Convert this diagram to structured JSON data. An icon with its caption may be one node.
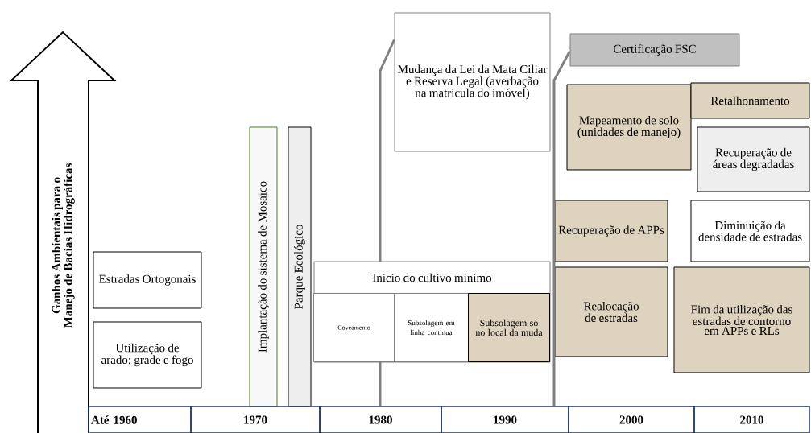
{
  "diagram": {
    "nodes": [
      {
        "text": [
          "Ganhos Ambientais para o Manejo de Bacias Hidrográficas"
        ]
      },
      {
        "text": [
          "Estradas Ortogonais"
        ]
      },
      {
        "text": [
          "Utilização de arado; grade e fogo"
        ]
      },
      {
        "text": [
          "Implantação do sistema de Mosaico"
        ]
      },
      {
        "text": [
          "Parque Ecológico"
        ]
      },
      {
        "text": [
          "Mudança da Lei da Mata Ciliar e Reserva Legal (averbação na matricula do imóvel)"
        ]
      },
      {
        "text": [
          "Inicio do cultivo minimo"
        ]
      },
      {
        "text": [
          "Coveamento"
        ],
        "in": 6
      },
      {
        "text": [
          "Subsolagem em linha continua"
        ],
        "in": 6
      },
      {
        "text": [
          "Subsolagem só no local da muda"
        ],
        "in": 6
      },
      {
        "text": [
          "Certificação FSC"
        ]
      },
      {
        "text": [
          "Mapeamento de solo (unidades de manejo)"
        ]
      },
      {
        "text": [
          "Recuperação de APPs"
        ]
      },
      {
        "text": [
          "Realocação de estradas"
        ]
      },
      {
        "text": [
          "Retalhonamento"
        ]
      },
      {
        "text": [
          "Recuperação de áreas degradadas"
        ]
      },
      {
        "text": [
          "Diminuição da densidade de estradas"
        ]
      },
      {
        "text": [
          "Fim da utilização das estradas de contorno em APPs e RLs"
        ]
      },
      {
        "text": [
          "Até 1960"
        ]
      },
      {
        "text": [
          "1970"
        ]
      },
      {
        "text": [
          "1980"
        ]
      },
      {
        "text": [
          "1990"
        ]
      },
      {
        "text": [
          "2000"
        ]
      },
      {
        "text": [
          "2010"
        ]
      }
    ],
    "edges": [
      {
        "from": 5,
        "to": 20,
        "arrow": "none"
      },
      {
        "from": 10,
        "to": 21,
        "arrow": "none"
      }
    ]
  }
}
